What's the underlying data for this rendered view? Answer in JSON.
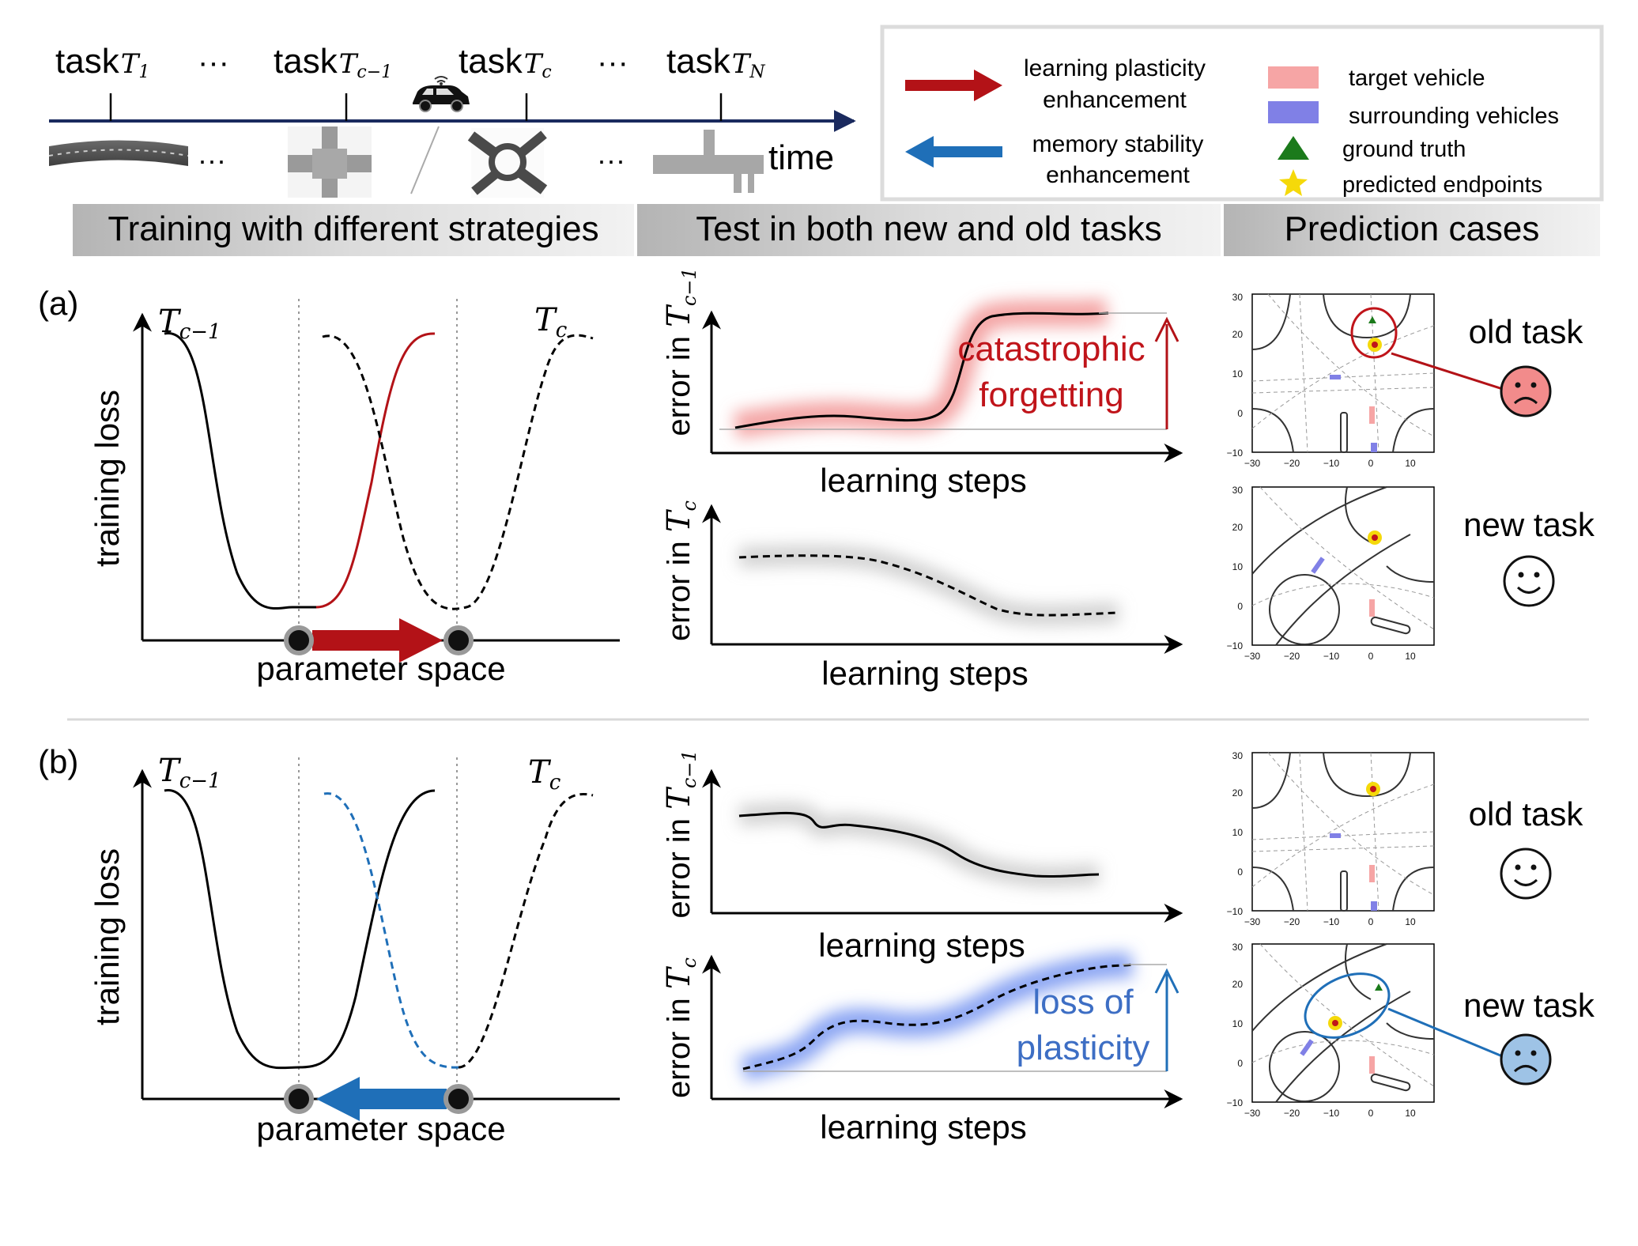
{
  "timeline": {
    "task_word": "task",
    "tasks": [
      {
        "sym": "T",
        "sub": "1"
      },
      {
        "sym": "T",
        "sub": "c−1"
      },
      {
        "sym": "T",
        "sub": "c"
      },
      {
        "sym": "T",
        "sub": "N"
      }
    ],
    "ellipsis": "···",
    "time_label": "time"
  },
  "legend": {
    "plasticity": "learning plasticity enhancement",
    "plasticity_lines": [
      "learning plasticity",
      "enhancement"
    ],
    "stability": "memory stability enhancement",
    "stability_lines": [
      "memory stability",
      "enhancement"
    ],
    "target": "target vehicle",
    "surrounding": "surrounding vehicles",
    "ground_truth": "ground truth",
    "predicted": "predicted endpoints"
  },
  "banners": [
    "Training with different strategies",
    "Test in both new and old tasks",
    "Prediction cases"
  ],
  "panels": [
    {
      "label": "(a)",
      "loss_ylabel": "training loss",
      "loss_xlabel": "parameter space",
      "left_task": {
        "sym": "T",
        "sub": "c−1"
      },
      "right_task": {
        "sym": "T",
        "sub": "c"
      },
      "direction": "to new task",
      "err_top": {
        "prefix": "error in",
        "sym": "T",
        "sub": "c−1",
        "xlabel": "learning steps",
        "annotation": [
          "catastrophic",
          "forgetting"
        ],
        "trend": "rising"
      },
      "err_bottom": {
        "prefix": "error in",
        "sym": "T",
        "sub": "c",
        "xlabel": "learning steps",
        "trend": "falling"
      },
      "cases": [
        {
          "label": "old task",
          "mood": "sad",
          "color": "#f28b8b"
        },
        {
          "label": "new task",
          "mood": "happy",
          "color": "#ffffff"
        }
      ]
    },
    {
      "label": "(b)",
      "loss_ylabel": "training loss",
      "loss_xlabel": "parameter space",
      "left_task": {
        "sym": "T",
        "sub": "c−1"
      },
      "right_task": {
        "sym": "T",
        "sub": "c"
      },
      "direction": "to old task",
      "err_top": {
        "prefix": "error in",
        "sym": "T",
        "sub": "c−1",
        "xlabel": "learning steps",
        "trend": "falling"
      },
      "err_bottom": {
        "prefix": "error in",
        "sym": "T",
        "sub": "c",
        "xlabel": "learning steps",
        "annotation": [
          "loss of",
          "plasticity"
        ],
        "trend": "rising"
      },
      "cases": [
        {
          "label": "old task",
          "mood": "happy",
          "color": "#ffffff"
        },
        {
          "label": "new task",
          "mood": "sad",
          "color": "#9ec3e6"
        }
      ]
    }
  ],
  "map_ticks": {
    "x": [
      "−30",
      "−20",
      "−10",
      "0",
      "10"
    ],
    "y": [
      "30",
      "20",
      "10",
      "0",
      "−10"
    ]
  },
  "colors": {
    "red": "#b31217",
    "blue": "#1f6fb8",
    "navy": "#1a2a5e",
    "target": "#f6a5a5",
    "surrounding": "#8080e6",
    "ground_truth": "#1b7a1b",
    "predicted": "#f5d90a",
    "red_text": "#c0141a",
    "blue_text": "#3d6ec4"
  }
}
